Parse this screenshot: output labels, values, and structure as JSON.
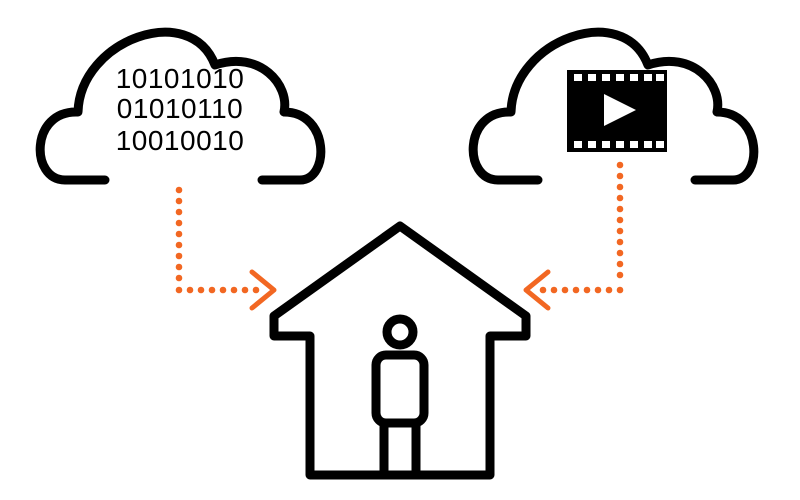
{
  "binary_cloud": {
    "icon": "cloud-data-icon",
    "lines": [
      "10101010",
      "01010110",
      "10010010"
    ]
  },
  "video_cloud": {
    "icon": "cloud-video-icon",
    "media_icon": "film-play-icon"
  },
  "house": {
    "icon": "house-icon",
    "occupant_icon": "person-icon"
  },
  "connectors": {
    "style": "dotted-arrow",
    "color": "#f26722"
  },
  "colors": {
    "stroke": "#000000",
    "accent": "#f26722",
    "background": "#ffffff"
  }
}
